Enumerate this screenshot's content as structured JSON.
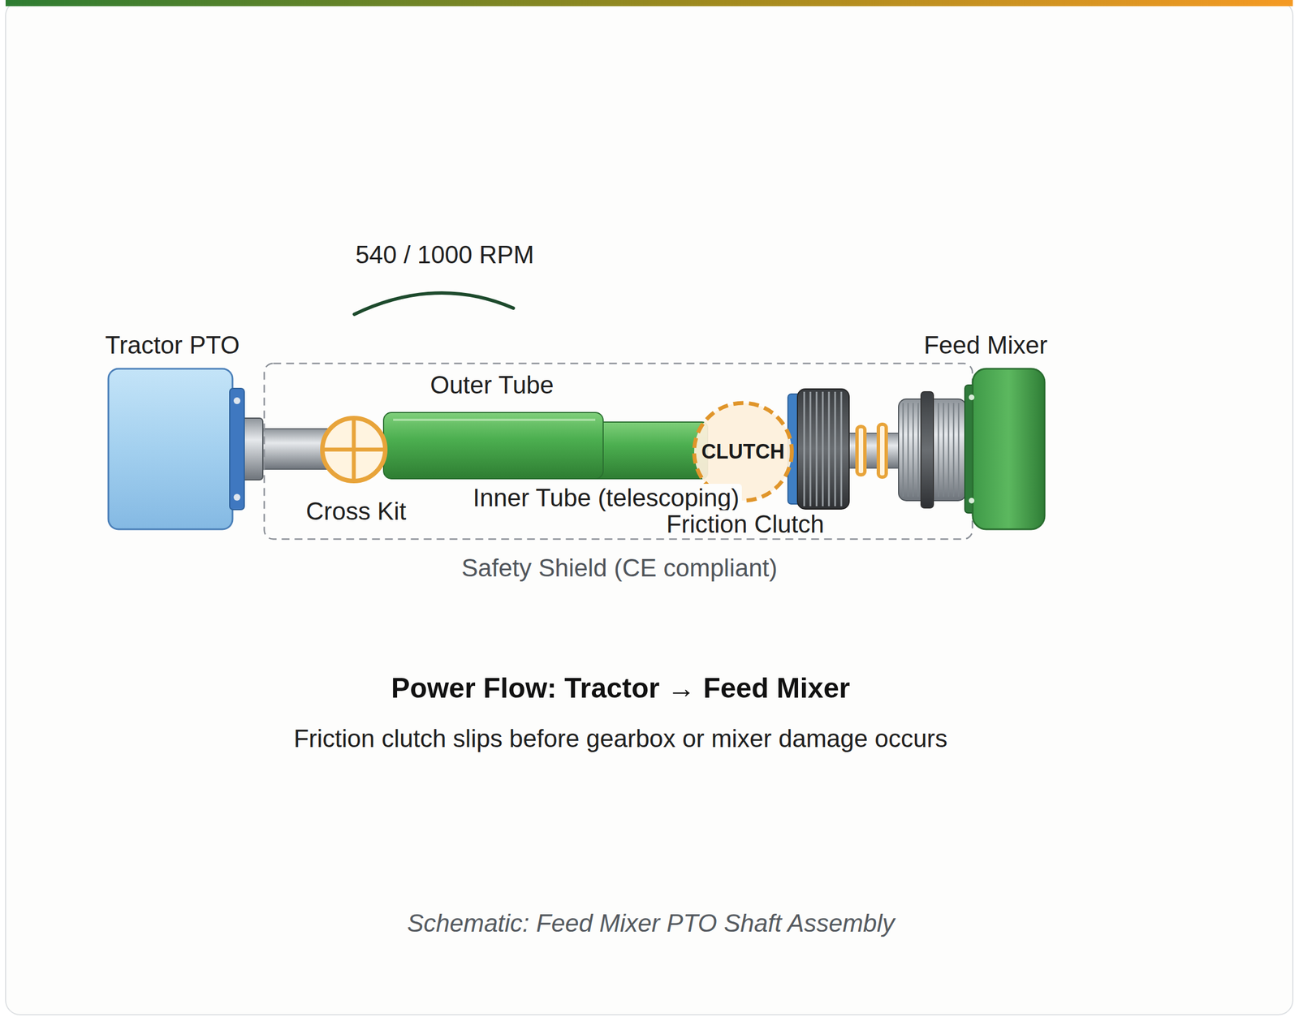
{
  "diagram": {
    "title": "Power Flow: Tractor → Feed Mixer",
    "caption": "Schematic: Feed Mixer PTO Shaft Assembly",
    "nodes": [
      {
        "text": [
          "Tractor PTO"
        ]
      },
      {
        "text": [
          "Safety Shield (CE compliant)"
        ]
      },
      {
        "text": [
          "CLUTCH"
        ],
        "in": 1
      },
      {
        "text": [
          "Feed Mixer"
        ]
      }
    ],
    "labels": [
      "540 / 1000 RPM",
      "Outer Tube",
      "Inner Tube (telescoping)",
      "Cross Kit",
      "Friction Clutch",
      "Friction clutch slips before gearbox or mixer damage occurs"
    ]
  }
}
